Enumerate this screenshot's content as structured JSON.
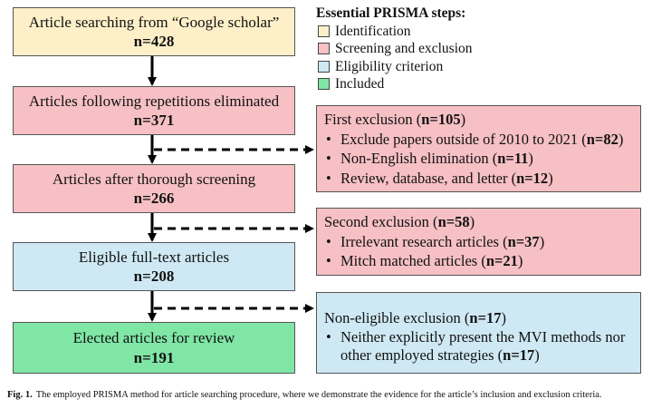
{
  "flow": {
    "identification": {
      "label": "Article searching from “Google scholar”",
      "count": "n=428"
    },
    "duplicates": {
      "label": "Articles following repetitions eliminated",
      "count": "n=371"
    },
    "screening": {
      "label": "Articles after thorough screening",
      "count": "n=266"
    },
    "eligible": {
      "label": "Eligible full-text articles",
      "count": "n=208"
    },
    "included": {
      "label": "Elected articles for review",
      "count": "n=191"
    }
  },
  "legend": {
    "title": "Essential PRISMA steps:",
    "items": [
      {
        "label": "Identification",
        "color": "#fdf0c9"
      },
      {
        "label": "Screening and exclusion",
        "color": "#f6c0c4"
      },
      {
        "label": "Eligibility criterion",
        "color": "#cfe9f4"
      },
      {
        "label": "Included",
        "color": "#7fe6a6"
      }
    ]
  },
  "exclusions": {
    "first": {
      "title": "First exclusion (",
      "count": "n=105",
      "items": [
        {
          "text": "Exclude papers outside of 2010 to 2021 (",
          "count": "n=82"
        },
        {
          "text": "Non-English elimination (",
          "count": "n=11"
        },
        {
          "text": "Review, database, and letter (",
          "count": "n=12"
        }
      ]
    },
    "second": {
      "title": "Second exclusion (",
      "count": "n=58",
      "items": [
        {
          "text": "Irrelevant research articles (",
          "count": "n=37"
        },
        {
          "text": "Mitch matched articles (",
          "count": "n=21"
        }
      ]
    },
    "third": {
      "title": "Non-eligible exclusion (",
      "count": "n=17",
      "items": [
        {
          "text": "Neither explicitly present the MVI methods nor other employed strategies (",
          "count": "n=17"
        }
      ]
    }
  },
  "caption": {
    "label": "Fig. 1.",
    "text": "The employed PRISMA method for article searching procedure, where we demonstrate the evidence for the article’s inclusion and exclusion criteria."
  }
}
